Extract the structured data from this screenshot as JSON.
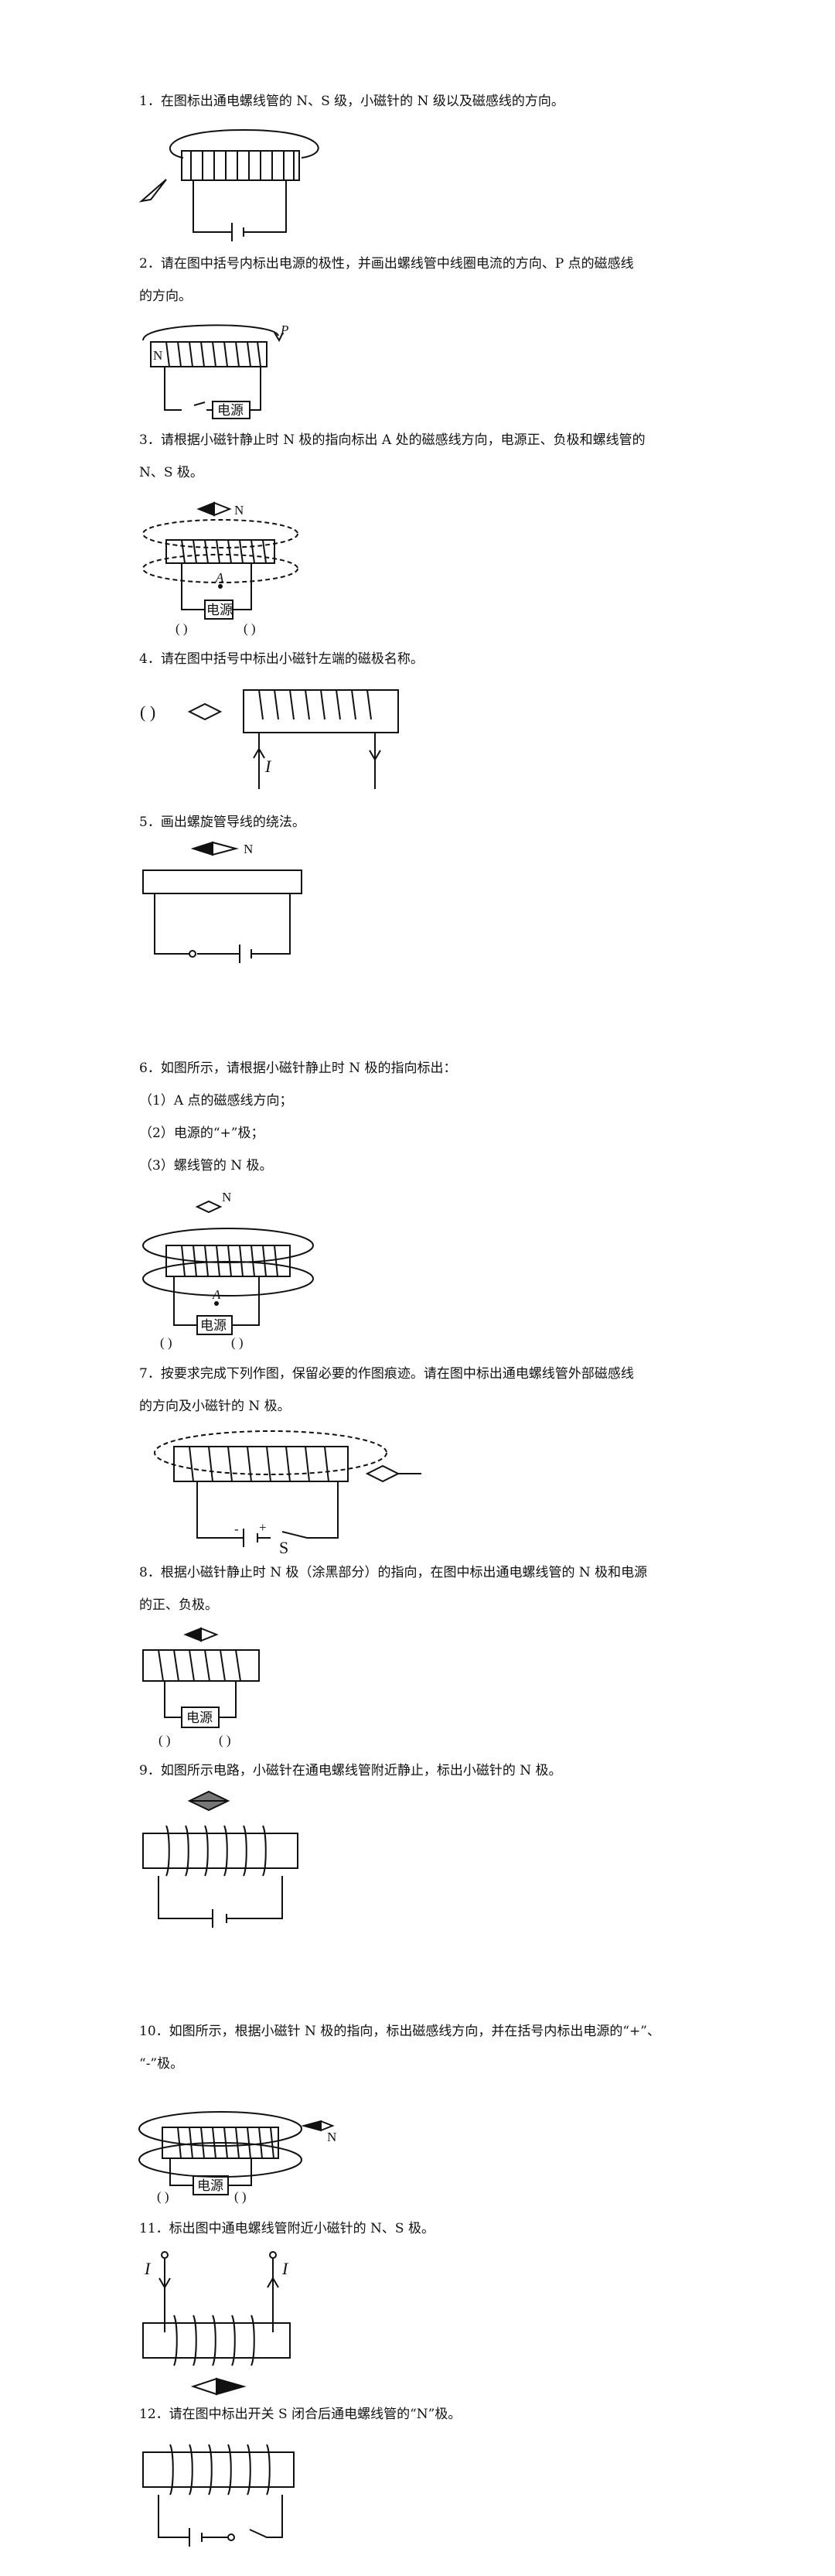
{
  "questions": [
    {
      "id": 1,
      "lines": [
        "1．在图标出通电螺线管的 N、S 级，小磁针的 N 级以及磁感线的方向。"
      ]
    },
    {
      "id": 2,
      "lines": [
        "2．请在图中括号内标出电源的极性，并画出螺线管中线圈电流的方向、P 点的磁感线",
        "的方向。"
      ]
    },
    {
      "id": 3,
      "lines": [
        "3．请根据小磁针静止时 N 极的指向标出 A 处的磁感线方向，电源正、负极和螺线管的",
        "N、S 极。"
      ]
    },
    {
      "id": 4,
      "lines": [
        "4．请在图中括号中标出小磁针左端的磁极名称。"
      ]
    },
    {
      "id": 5,
      "lines": [
        "5．画出螺旋管导线的绕法。"
      ]
    },
    {
      "id": 6,
      "lines": [
        "6．如图所示，请根据小磁针静止时 N 极的指向标出：",
        "（1）A 点的磁感线方向；",
        "（2）电源的“+”极；",
        "（3）螺线管的 N 极。"
      ]
    },
    {
      "id": 7,
      "lines": [
        "7．按要求完成下列作图，保留必要的作图痕迹。请在图中标出通电螺线管外部磁感线",
        "的方向及小磁针的 N 极。"
      ]
    },
    {
      "id": 8,
      "lines": [
        "8．根据小磁针静止时 N 极（涂黑部分）的指向，在图中标出通电螺线管的 N 极和电源",
        "的正、负极。"
      ]
    },
    {
      "id": 9,
      "lines": [
        "9．如图所示电路，小磁针在通电螺线管附近静止，标出小磁针的 N 极。"
      ]
    },
    {
      "id": 10,
      "lines": [
        "10．如图所示，根据小磁针 N 极的指向，标出磁感线方向，并在括号内标出电源的“+”、",
        "“-”极。"
      ]
    },
    {
      "id": 11,
      "lines": [
        "11．标出图中通电螺线管附近小磁针的 N、S 极。"
      ]
    },
    {
      "id": 12,
      "lines": [
        "12．请在图中标出开关 S 闭合后通电螺线管的“N”极。"
      ]
    }
  ],
  "figure_labels": {
    "power": "电源",
    "bracket": "(      )",
    "bracket_short": "(   )",
    "N": "N",
    "P": "P",
    "A": "A",
    "I": "I",
    "S": "S",
    "plus": "+",
    "minus": "-"
  }
}
